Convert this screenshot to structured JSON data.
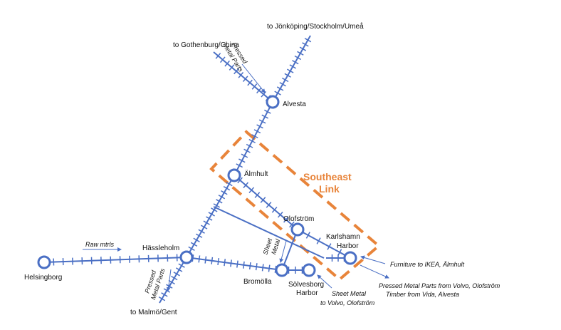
{
  "colors": {
    "rail": "#4a6fc4",
    "region": "#e8843a",
    "text": "#111111",
    "background": "#ffffff"
  },
  "destinations": {
    "north": "to Jönköping/Stockholm/Umeå",
    "northwest": "to Gothenburg/China",
    "south": "to Malmö/Gent"
  },
  "stations": {
    "alvesta": "Alvesta",
    "almhult": "Älmhult",
    "olofstrom": "Olofström",
    "karlshamn_line1": "Karlshamn",
    "karlshamn_line2": "Harbor",
    "hassleholm": "Hässleholm",
    "helsingborg": "Helsingborg",
    "bromolla": "Bromölla",
    "solvesborg_line1": "Sölvesborg",
    "solvesborg_line2": "Harbor"
  },
  "region": {
    "line1": "Southeast",
    "line2": "Link"
  },
  "annotations": {
    "pressed_north_line1": "Pressed",
    "pressed_north_line2": "Metal Parts",
    "pressed_south_line1": "Pressed",
    "pressed_south_line2": "Metal Parts",
    "raw_materials": "Raw mtrls",
    "sheet_metal_vertical_line1": "Sheet",
    "sheet_metal_vertical_line2": "Metal",
    "sheet_metal_volvo_line1": "Sheet Metal",
    "sheet_metal_volvo_line2": "to Volvo, Olofström",
    "furniture_ikea": "Furniture to IKEA, Älmhult",
    "pressed_from_volvo": "Pressed Metal Parts from Volvo, Olofström",
    "timber_from_vida": "Timber from Vida, Alvesta"
  }
}
